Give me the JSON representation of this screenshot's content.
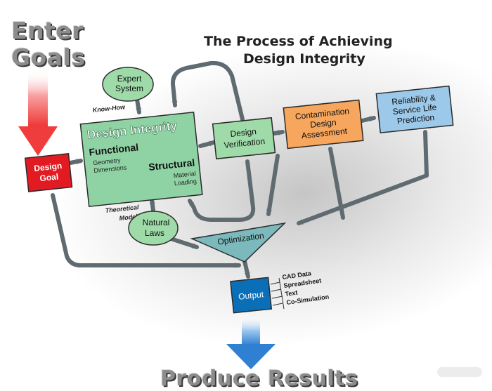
{
  "headline": {
    "line1": "Enter",
    "line2": "Goals",
    "bottom": "Produce Results"
  },
  "title": {
    "line1": "The Process of Achieving",
    "line2": "Design Integrity"
  },
  "nodes": {
    "expert_system": [
      "Expert",
      "System"
    ],
    "know_how": "Know-How",
    "design_goal": [
      "Design",
      "Goal"
    ],
    "design_integrity": {
      "title": "Design Integrity",
      "functional": "Functional",
      "functional_items": [
        "Geometry",
        "Dimensions"
      ],
      "structural": "Structural",
      "structural_items": [
        "Material",
        "Loading"
      ]
    },
    "theoretical_model": [
      "Theoretical",
      "Model"
    ],
    "natural_laws": [
      "Natural",
      "Laws"
    ],
    "design_verification": [
      "Design",
      "Verification"
    ],
    "contamination": [
      "Contamination",
      "Design",
      "Assessment"
    ],
    "reliability": [
      "Reliability &",
      "Service Life",
      "Prediction"
    ],
    "optimization": "Optimization",
    "output": "Output",
    "output_items": [
      "CAD Data",
      "Spreadsheet",
      "Text",
      "Co-Simulation"
    ]
  },
  "colors": {
    "design_goal": "#e21b23",
    "design_integrity": "#8fd3a4",
    "green_nodes": "#9fdaa9",
    "contamination": "#f7a65e",
    "reliability": "#9cc8ea",
    "optimization": "#7bb9bd",
    "output": "#0b6fb8",
    "input_arrow": "#f04040",
    "result_arrow": "#2f7fd2",
    "flow_lines": "#5f6b70"
  }
}
